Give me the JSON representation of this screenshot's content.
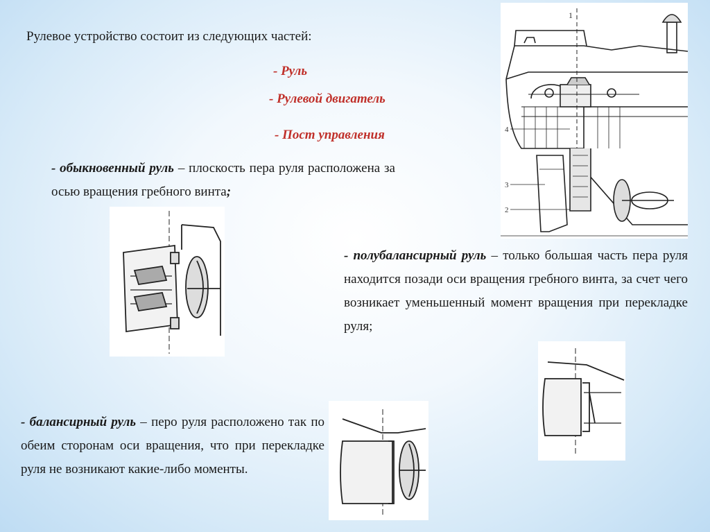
{
  "intro": "Рулевое устройство состоит из следующих частей:",
  "parts": [
    "- Руль",
    "- Рулевой двигатель",
    "- Пост управления"
  ],
  "ordinary": {
    "term": "- обыкновенный руль",
    "text": " – плоскость пера руля расположена за осью вращения гребного винта",
    "end": ";"
  },
  "semi": {
    "term": "- полубалансирный руль",
    "text": " – только большая часть пера руля находится позади оси вращения гребного винта, за счет чего возникает уменьшенный момент вращения при перекладке руля;"
  },
  "balanced": {
    "term": "- балансирный руль",
    "text": " – перо руля расположено так по обеим сторонам оси вращения, что при перекладке руля не возникают какие-либо моменты."
  },
  "ship_labels": [
    "1",
    "2",
    "3",
    "4"
  ]
}
